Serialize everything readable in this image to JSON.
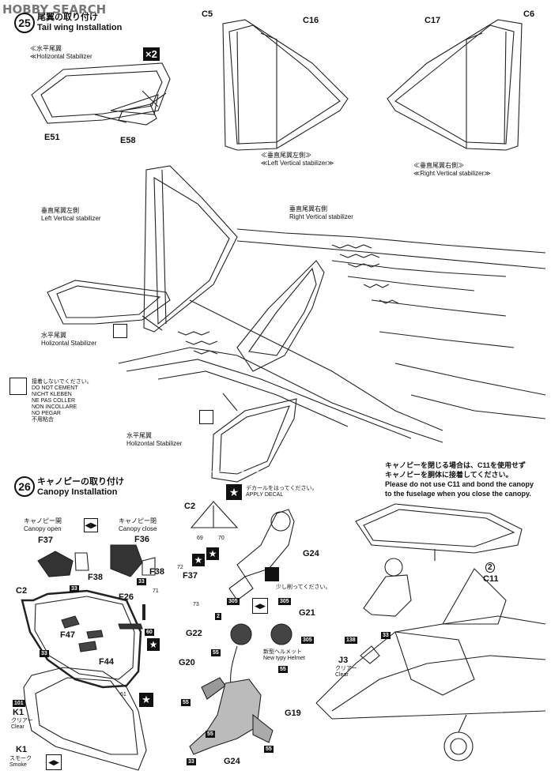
{
  "watermark": "HOBBY SEARCH",
  "step25": {
    "number": "25",
    "title_jp": "尾翼の取り付け",
    "title_en": "Tail wing Installation",
    "hstab_jp": "≪水平尾翼",
    "hstab_en": "≪Holizontal Stabilizer",
    "qty": "×2",
    "part_e51": "E51",
    "part_e58": "E58",
    "part_c5": "C5",
    "part_c16": "C16",
    "part_c17": "C17",
    "part_c6": "C6",
    "left_vs_jp": "≪垂直尾翼左側≫",
    "left_vs_en": "≪Left Vertical stabilizer≫",
    "right_vs_jp": "≪垂直尾翼右側≫",
    "right_vs_en": "≪Right Vertical stabilizer≫",
    "asm_left_jp": "垂直尾翼左側",
    "asm_left_en": "Left Vertical stabilizer",
    "asm_right_jp": "垂直尾翼右側",
    "asm_right_en": "Right Vertical stabilizer",
    "asm_hstab1_jp": "水平尾翼",
    "asm_hstab1_en": "Holizontal Stabilizer",
    "asm_hstab2_jp": "水平尾翼",
    "asm_hstab2_en": "Holizontal Stabilizer",
    "no_cement": [
      "接着しないでください。",
      "DO NOT CEMENT",
      "NICHT KLEBEN",
      "NE PAS COLLER",
      "NON INCOLLARE",
      "NO PEGAR",
      "不用粘合"
    ]
  },
  "step26": {
    "number": "26",
    "title_jp": "キャノピーの取り付け",
    "title_en": "Canopy Installation",
    "apply_decal_jp": "デカールをはってください。",
    "apply_decal_en": "APPLY DECAL",
    "canopy_open_jp": "キャノピー開",
    "canopy_open_en": "Canopy open",
    "canopy_close_jp": "キャノピー閉",
    "canopy_close_en": "Canopy close",
    "note_jp1": "キャノピーを閉じる場合は、C11を使用せず",
    "note_jp2": "キャノピーを胴体に接着してください。",
    "note_en1": "Please do not use C11 and bond the canopy",
    "note_en2": "to the fuselage when you close the canopy.",
    "bend_jp": "少し削ってください。",
    "helmet_jp": "新型ヘルメット",
    "helmet_en": "New typy Helmet",
    "k1_clear_jp": "クリアー",
    "k1_clear_en": "Clear",
    "k1_smoke_jp": "スモーク",
    "k1_smoke_en": "Smoke",
    "j3_clear_jp": "クリアー",
    "j3_clear_en": "Clear",
    "parts": {
      "f37": "F37",
      "f36": "F36",
      "f38a": "F38",
      "f38b": "F38",
      "c2a": "C2",
      "c2b": "C2",
      "f26": "F26",
      "f47": "F47",
      "f44": "F44",
      "k1a": "K1",
      "k1b": "K1",
      "f37b": "F37",
      "g24a": "G24",
      "g24b": "G24",
      "g22": "G22",
      "g21": "G21",
      "g20": "G20",
      "g19": "G19",
      "c11": "C11",
      "j3": "J3"
    },
    "colors": {
      "c33": "33",
      "c60": "60",
      "c61": "61",
      "c101": "101",
      "c305a": "305",
      "c305b": "305",
      "c305c": "305",
      "c55a": "55",
      "c55b": "55",
      "c55c": "55",
      "c55d": "55",
      "c55e": "55",
      "c33b": "33",
      "c33c": "33",
      "c138": "138",
      "c33d": "33",
      "c2": "2",
      "c2b": "2",
      "c69": "69",
      "c70": "70",
      "c72": "72",
      "c71": "71",
      "c73": "73"
    }
  }
}
